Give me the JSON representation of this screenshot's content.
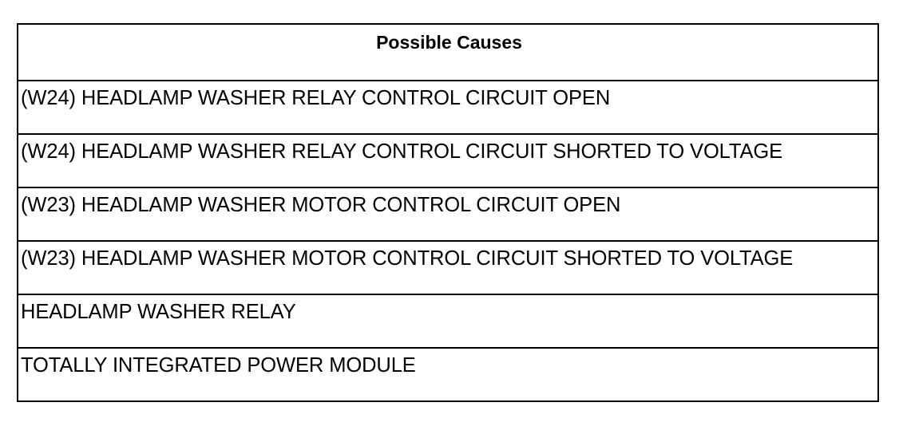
{
  "table": {
    "header": "Possible Causes",
    "rows": [
      "(W24) HEADLAMP WASHER RELAY CONTROL CIRCUIT OPEN",
      "(W24) HEADLAMP WASHER RELAY CONTROL CIRCUIT SHORTED TO VOLTAGE",
      "(W23) HEADLAMP WASHER MOTOR CONTROL CIRCUIT OPEN",
      "(W23) HEADLAMP WASHER MOTOR CONTROL CIRCUIT SHORTED TO VOLTAGE",
      "HEADLAMP WASHER RELAY",
      "TOTALLY INTEGRATED POWER MODULE"
    ]
  }
}
